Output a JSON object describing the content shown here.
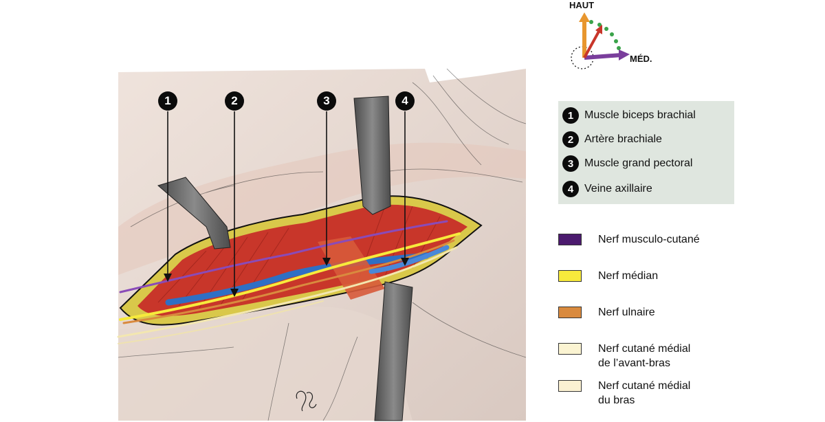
{
  "orientation": {
    "up_label": "HAUT",
    "medial_label": "MÉD."
  },
  "callouts": [
    "1",
    "2",
    "3",
    "4"
  ],
  "structures": [
    {
      "number": "1",
      "label": "Muscle biceps brachial"
    },
    {
      "number": "2",
      "label": "Artère brachiale"
    },
    {
      "number": "3",
      "label": "Muscle grand pectoral"
    },
    {
      "number": "4",
      "label": "Veine axillaire"
    }
  ],
  "nerves": [
    {
      "color": "#4b1a6e",
      "lines": [
        "Nerf musculo-cutané"
      ]
    },
    {
      "color": "#f7ea3c",
      "lines": [
        "Nerf médian"
      ]
    },
    {
      "color": "#d98a3e",
      "lines": [
        "Nerf ulnaire"
      ]
    },
    {
      "color": "#fbf4d2",
      "lines": [
        "Nerf cutané médial",
        "de l’avant-bras"
      ]
    },
    {
      "color": "#fbf1d2",
      "lines": [
        "Nerf cutané médial",
        "du bras"
      ]
    }
  ],
  "colors": {
    "muscle": "#c8362a",
    "artery_blue": "#2f6fc4",
    "fat": "#d8c84a",
    "skin": "#e9ddd6",
    "retractor": "#6b6b6b"
  }
}
